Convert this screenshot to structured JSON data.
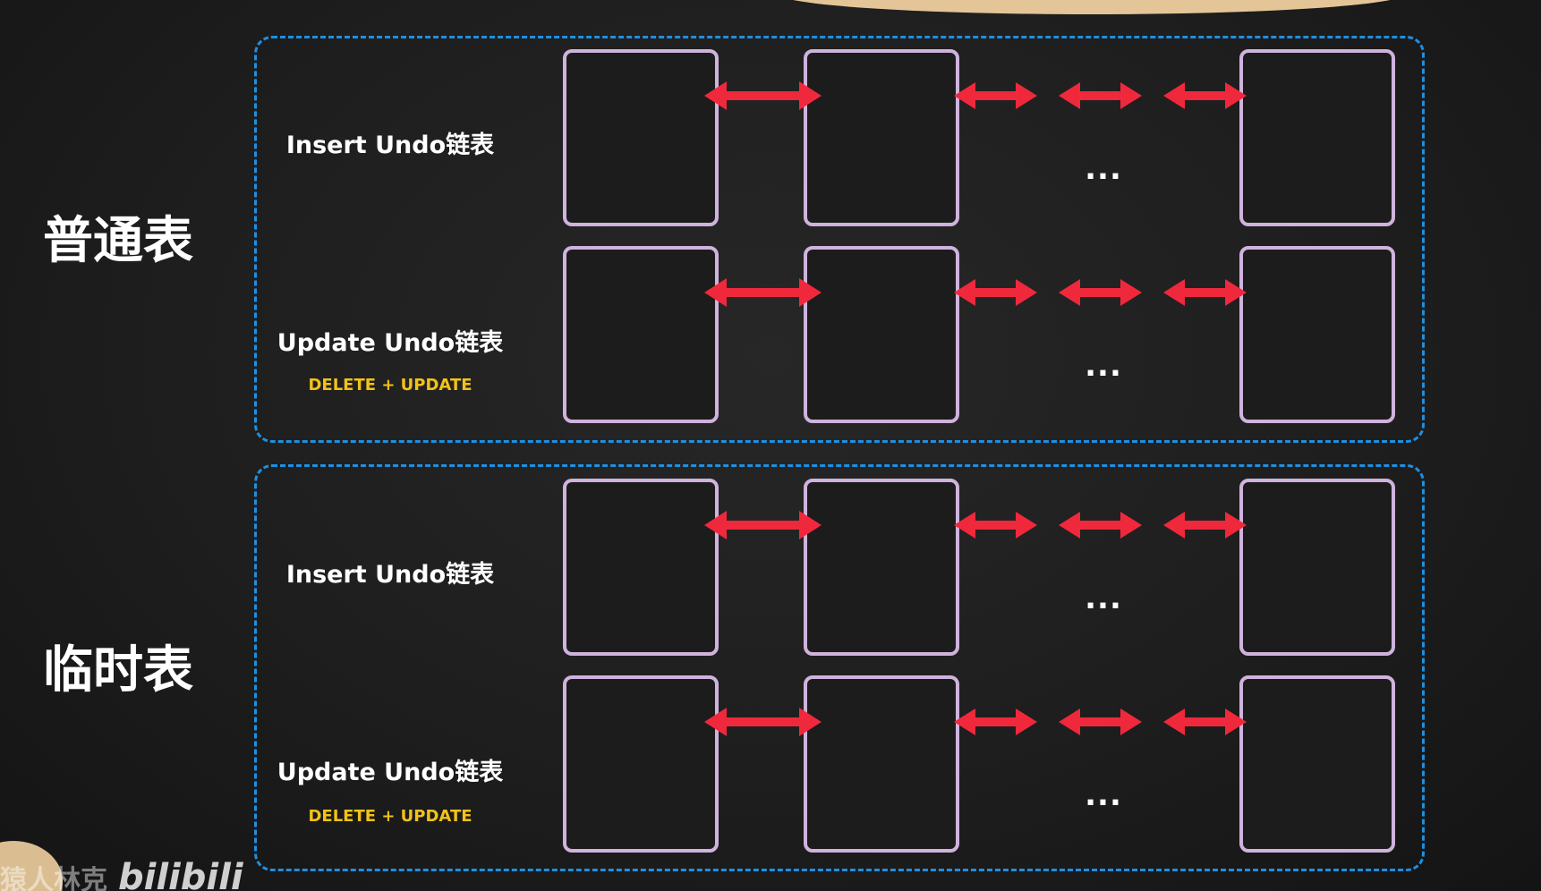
{
  "groups": [
    {
      "title": "普通表",
      "rows": [
        {
          "label": "Insert Undo链表",
          "sublabel": "",
          "ellipsis": "..."
        },
        {
          "label": "Update Undo链表",
          "sublabel": "DELETE + UPDATE",
          "ellipsis": "..."
        }
      ]
    },
    {
      "title": "临时表",
      "rows": [
        {
          "label": "Insert Undo链表",
          "sublabel": "",
          "ellipsis": "..."
        },
        {
          "label": "Update Undo链表",
          "sublabel": "DELETE + UPDATE",
          "ellipsis": "..."
        }
      ]
    }
  ],
  "watermark": {
    "text": "猿人林克",
    "logo": "bilibili"
  },
  "colors": {
    "panel_border": "#1f8fe0",
    "node_border": "#cfb3dd",
    "arrow": "#f0283c",
    "sublabel": "#f2c218",
    "title": "#ffffff"
  }
}
